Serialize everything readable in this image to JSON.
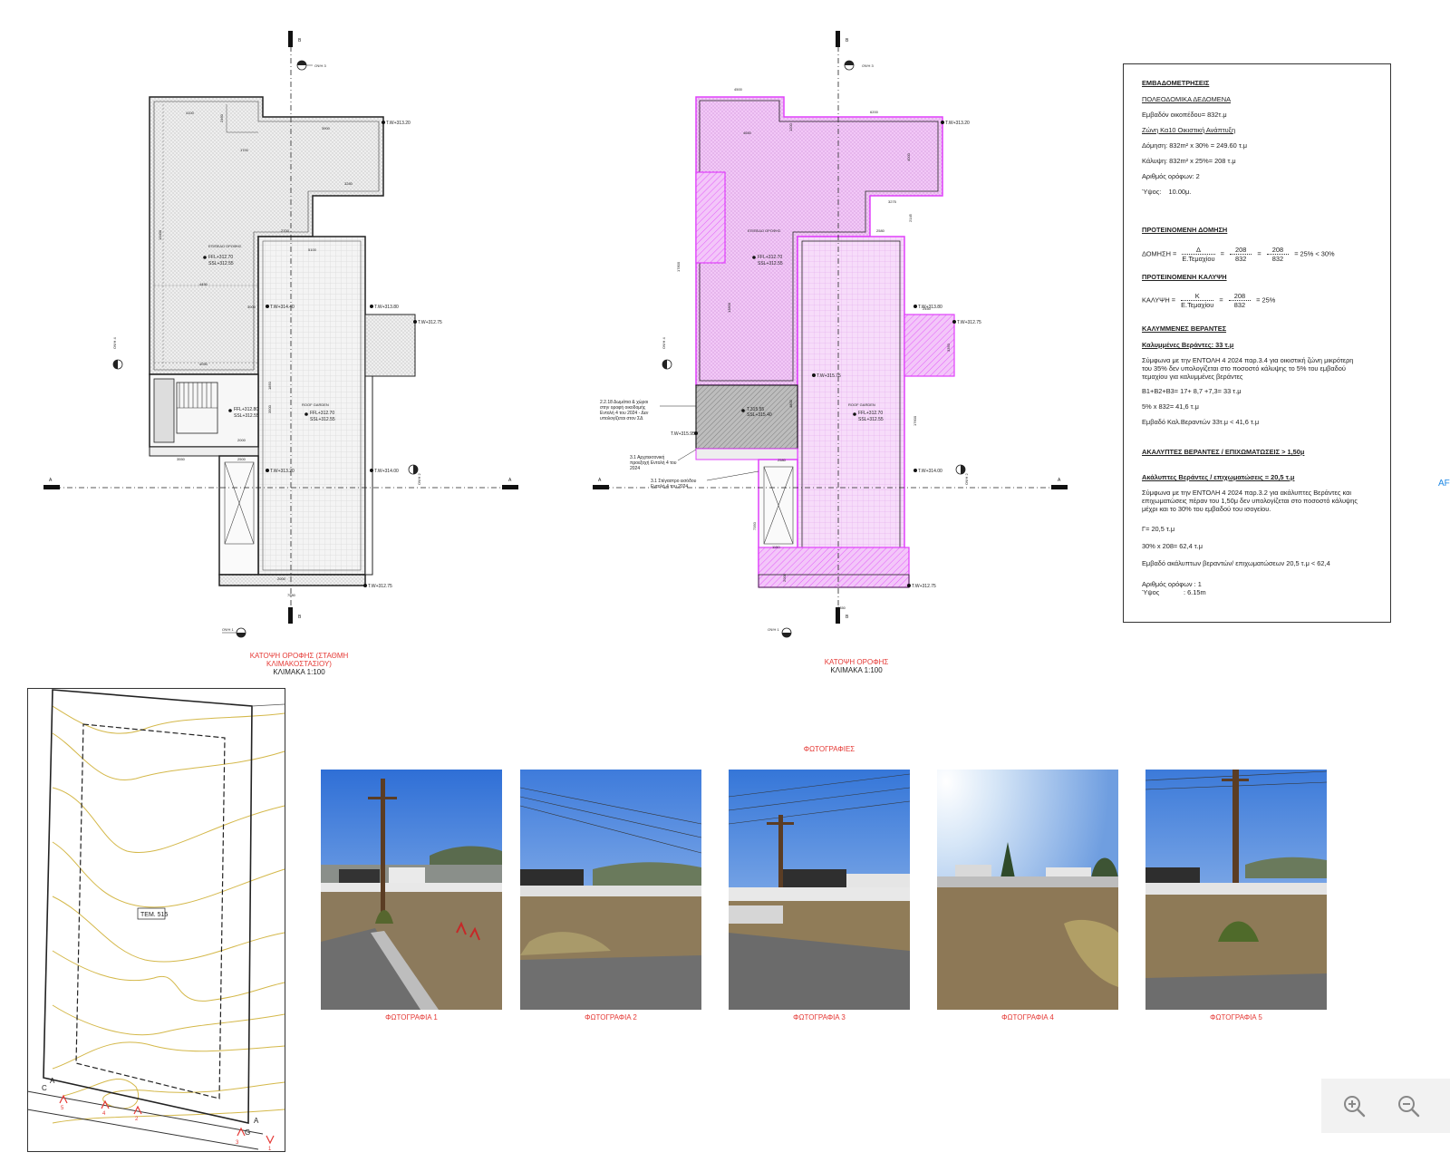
{
  "plan_left": {
    "caption_line1": "ΚΑΤΟΨΗ ΟΡΟΦΗΣ (ΣΤΑΘΜΗ",
    "caption_line2": "ΚΛΙΜΑΚΟΣΤΑΣΙΟΥ)",
    "scale": "ΚΛΙΜΑΚΑ 1:100",
    "section_a": "A",
    "section_b": "B",
    "view_top": "ΟΨΗ 3",
    "view_bottom": "ΟΨΗ 1",
    "view_left": "ΟΨΗ 4",
    "view_right": "ΟΨΗ 2",
    "room_label": "ΕΠΙΠΕΔΟ ΟΡΟΦΗΣ",
    "roof_garden": "ROOF GARDEN",
    "ffl1": "FFL+312.70",
    "ssl1": "SSL+312.55",
    "ffl2": "FFL+312.80",
    "ssl2": "SSL+312.55",
    "ffl3": "FFL+312.70",
    "ssl3": "SSL+312.55",
    "tw1": "T.W+313.20",
    "tw2": "T.W+314.40",
    "tw3": "T.W+313.80",
    "tw4": "T.W+312.75",
    "tw5": "T.W+313.20",
    "tw6": "T.W+314.00",
    "tw7": "T.W+312.75",
    "dims": [
      "4100",
      "1700",
      "3900",
      "3280",
      "5100",
      "2700",
      "4450",
      "3000",
      "4050",
      "2000",
      "3550",
      "2500",
      "2000",
      "7580",
      "13400",
      "3500",
      "1850",
      "2460"
    ]
  },
  "plan_right": {
    "caption": "ΚΑΤΟΨΗ ΟΡΟΦΗΣ",
    "scale": "ΚΛΙΜΑΚΑ 1:100",
    "section_a": "A",
    "section_b": "B",
    "view_top": "ΟΨΗ 3",
    "view_bottom": "ΟΨΗ 1",
    "view_left": "ΟΨΗ 4",
    "view_right": "ΟΨΗ 2",
    "room_label": "ΕΠΙΠΕΔΟ ΟΡΟΦΗΣ",
    "roof_garden": "ROOF GARDEN",
    "ffl1": "FFL+312.70",
    "ssl1": "SSL+312.55",
    "ffl2": "FFL+312.70",
    "ssl2": "SSL+312.55",
    "lvl_mid1": "T.315.55",
    "lvl_mid2": "SSL+315.40",
    "tw1": "T.W+313.20",
    "tw2": "T.W+313.80",
    "tw3": "T.W+312.75",
    "tw4": "T.W+315.75",
    "tw5": "T.W+315.95",
    "tw6": "T.W+314.00",
    "tw7": "T.W+312.75",
    "note1": [
      "2.2.18 Δωμάτια & χώροι",
      "στην οροφή οικοδομής",
      "Εντολή 4 του 2024 - Δεν",
      "υπολογίζεται στον ΣΔ"
    ],
    "note2": [
      "3.1 Αρχιτεκτονική",
      "προεξοχή Εντολή 4 του",
      "2024"
    ],
    "note3": [
      "3.1 Στέγαστρο εισόδου",
      "Εντολή 4 του 2024"
    ],
    "dims": [
      "4500",
      "6200",
      "4650",
      "1200",
      "3275",
      "2145",
      "2580",
      "17800",
      "13800",
      "2450",
      "3350",
      "17600",
      "2580",
      "4800",
      "7350",
      "1150",
      "2000",
      "7850",
      "4000"
    ]
  },
  "panel": {
    "title": "ΕΜΒΑΔΟΜΕΤΡΗΣΕΙΣ",
    "urban_title": "ΠΟΛΕΟΔΟΜΙΚΑ ΔΕΔΟΜΕΝΑ",
    "plot_area": "Εμβαδόν οικοπέδου= 832τ.μ",
    "zone": "Ζώνη Κα10 Οικιστική Ανάπτυξη",
    "build": "Δόμηση:  832m² x 30% = 249.60 τ.μ",
    "cover": "Κάλυψη:  832m² x 25%= 208 τ.μ",
    "floors": "Αριθμός ορόφων: 2",
    "height_label": "Ύψος:",
    "height_value": "10.00μ.",
    "proposed_build_title": "ΠΡΟΤΕΙΝΟΜΕΝΗ ΔΟΜΗΣΗ",
    "build_formula": {
      "lhs": "ΔΟΜΗΣΗ =",
      "num1": "Δ",
      "den1": "Ε.Τεμαχίου",
      "num2": "208",
      "den2": "832",
      "num3": "208",
      "den3": "832",
      "result": "= 25% < 30%"
    },
    "proposed_cover_title": "ΠΡΟΤΕΙΝΟΜΕΝΗ ΚΑΛΥΨΗ",
    "cover_formula": {
      "lhs": "ΚΑΛΥΨΗ =",
      "num1": "Κ",
      "den1": "Ε.Τεμαχίου",
      "num2": "208",
      "den2": "832",
      "result": "=  25%"
    },
    "covered_title": "ΚΑΛΥΜΜΕΝΕΣ ΒΕΡΑΝΤΕΣ",
    "covered_sub": "Καλυμμένες Βεράντες: 33 τ.μ",
    "covered_text": "Σύμφωνα με την ΕΝΤΟΛΗ 4 2024 παρ.3.4 για οικιστική ζώνη μικρότερη του 35% δεν υπολογίζεται στο ποσοστό κάλυψης το 5% του εμβαδού τεμαχίου για καλυμμένες βεράντες",
    "covered_sum": "B1+B2+B3= 17+ 8,7 +7,3= 33 τ.μ",
    "covered_5": "5% x 832= 41,6 τ.μ",
    "covered_cmp": "Εμβαδό Καλ.Βεραντών 33τ.μ < 41,6 τ.μ",
    "uncovered_title": "ΑΚΑΛΥΠΤΕΣ ΒΕΡΑΝΤΕΣ / ΕΠΙΧΩΜΑΤΩΣΕΙΣ > 1,50μ",
    "uncovered_sub": "Ακάλυπτες Βεράντες / επιχωματώσεις = 20,5 τ.μ",
    "uncovered_text": "Σύμφωνα με την ΕΝΤΟΛΗ 4 2024 παρ.3.2 για ακάλυπτες Βεράντες και επιχωματώσεις πέραν του 1,50μ δεν υπολογίζεται στο ποσοστό κάλυψης μέχρι και το 30% του εμβαδού του ισογείου.",
    "uncovered_g": "Γ= 20,5 τ.μ",
    "uncovered_30": "30% x 208= 62,4 τ.μ",
    "uncovered_cmp": "Εμβαδό ακάλυπτων βεραντών/ επιχωματώσεων 20,5 τ.μ < 62,4",
    "floors2": "Αριθμός ορόφων : 1",
    "height2_label": "Ύψος",
    "height2_value": ":  6.15m"
  },
  "site": {
    "plot_label": "ΤΕΜ. 515",
    "corner_a1": "A",
    "corner_c1": "C",
    "corner_a2": "A",
    "corner_g2": "G",
    "photo_marks": [
      "5",
      "4",
      "2",
      "3",
      "1"
    ]
  },
  "photos": {
    "section_title": "ΦΩΤΟΓΡΑΦΙΕΣ",
    "captions": [
      "ΦΩΤΟΓΡΑΦΙΑ 1",
      "ΦΩΤΟΓΡΑΦΙΑ 2",
      "ΦΩΤΟΓΡΑΦΙΑ 3",
      "ΦΩΤΟΓΡΑΦΙΑ 4",
      "ΦΩΤΟΓΡΑΦΙΑ 5"
    ]
  },
  "zoom": {
    "zoom_in": "zoom-in-icon",
    "zoom_out": "zoom-out-icon"
  },
  "edge_text": "AF",
  "colors": {
    "magenta": "#e040fb",
    "red_caption": "#e53935",
    "contour": "#d4b84a",
    "link_blue": "#1e88e5"
  }
}
